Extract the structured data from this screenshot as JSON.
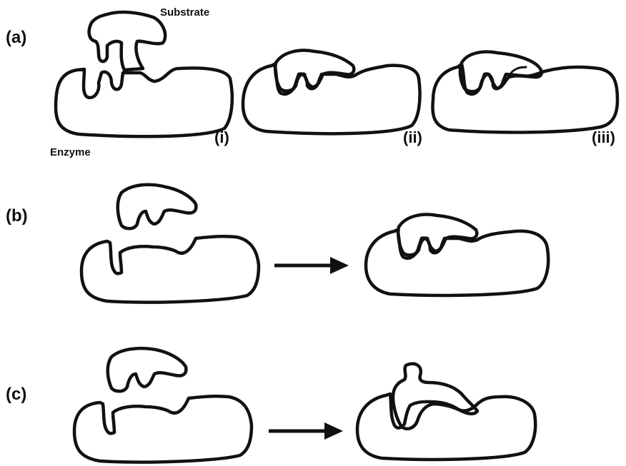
{
  "labels": {
    "panel_a": "(a)",
    "panel_b": "(b)",
    "panel_c": "(c)",
    "step_i": "(i)",
    "step_ii": "(ii)",
    "step_iii": "(iii)",
    "substrate": "Substrate",
    "enzyme": "Enzyme"
  }
}
